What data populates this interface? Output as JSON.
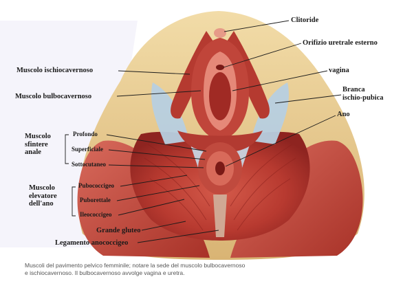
{
  "labels": {
    "clitoride": "Clitoride",
    "orifizio": "Orifizio uretrale esterno",
    "vagina": "vagina",
    "ischiocavernoso": "Muscolo ischiocavernoso",
    "bulbocavernoso": "Muscolo bulbocavernoso",
    "branca_1": "Branca",
    "branca_2": "ischio-pubica",
    "ano": "Ano",
    "sfintere_1": "Muscolo",
    "sfintere_2": "sfintere",
    "sfintere_3": "anale",
    "profondo": "Profondo",
    "superficiale": "Superficiale",
    "sottocutaneo": "Sottocutaneo",
    "elevatore_1": "Muscolo",
    "elevatore_2": "elevatore",
    "elevatore_3": "dell'ano",
    "pubococcigeo": "Pubococcigeo",
    "puborettale": "Puborettale",
    "ileococcigeo": "Ileococcigeo",
    "grande_gluteo": "Grande gluteo",
    "legamento": "Legamento anococcigeo"
  },
  "caption": {
    "line1": "Muscoli del pavimento pelvico femminile; notare la sede del muscolo bulbocavernoso",
    "line2": "e ischiocavernoso. Il bulbocavernoso avvolge vagina e uretra."
  },
  "colors": {
    "muscle_dark": "#a82a24",
    "muscle_mid": "#c8483c",
    "muscle_light": "#e07a6a",
    "fat": "#e8c98a",
    "fascia": "#b7cfe0",
    "leader": "#1a1a1a"
  }
}
